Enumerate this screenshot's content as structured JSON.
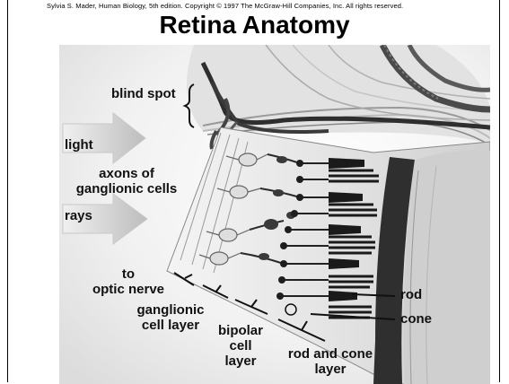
{
  "copyright": "Sylvia S. Mader, Human Biology, 5th edition. Copyright © 1997 The McGraw-Hill Companies, Inc. All rights reserved.",
  "title": "Retina Anatomy",
  "labels": {
    "blind_spot": "blind spot",
    "light": "light",
    "rays": "rays",
    "axons_line1": "axons of",
    "axons_line2": "ganglionic cells",
    "to_optic_line1": "to",
    "to_optic_line2": "optic nerve",
    "ganglionic_line1": "ganglionic",
    "ganglionic_line2": "cell layer",
    "bipolar_line1": "bipolar",
    "bipolar_line2": "cell",
    "bipolar_line3": "layer",
    "rodcone_line1": "rod and cone",
    "rodcone_line2": "layer",
    "rod": "rod",
    "cone": "cone"
  }
}
